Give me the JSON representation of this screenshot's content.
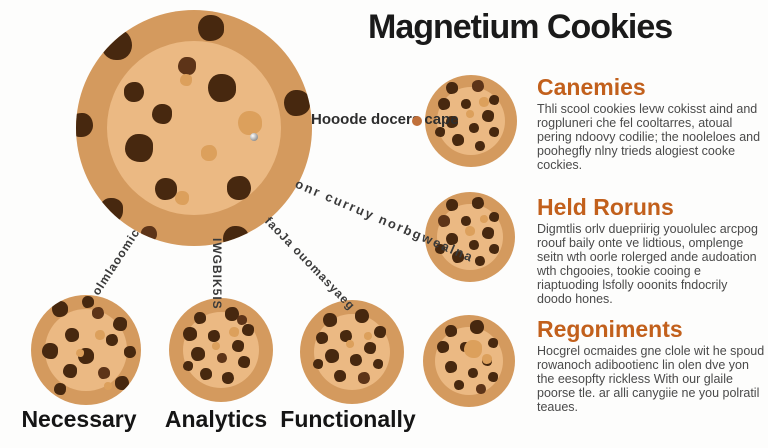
{
  "title": "Magnetium Cookies",
  "hub": {
    "label": "Hooode docers cape"
  },
  "connectors": {
    "necessary": "olmlaoomic",
    "analytics": "IWGBIK5IS",
    "functionally": "faoJa ouomasyaeg",
    "held_roruns": "onr curruy norbgwealna"
  },
  "bottom_labels": {
    "necessary": "Necessary",
    "analytics": "Analytics",
    "functionally": "Functionally"
  },
  "sections": [
    {
      "heading": "Canemies",
      "body": "Thli scool cookies levw cokisst aind and rogpluneri che fel cooltarres, atoual pering ndoovy codilie; the nooleloes and poohegfly nlny trieds alogiest cooke cockies."
    },
    {
      "heading": "Held Roruns",
      "body": "Digmtlis orlv duepriirig youolulec arcpog roouf baily onte ve lidtious, omplenge seitn wth oorle rolerged ande audoation wth chgooies, tookie cooing e riaptuoding lsfolly ooonits fndocrily doodo hones."
    },
    {
      "heading": "Regoniments",
      "body": "Hocgrel ocmaides gne clole wit he spoud rowanoch adibootienc lin olen dve yon the eesopfty rickless With our glaile poorse tle. ar alli canygiie ne you polratil teaues."
    }
  ],
  "colors": {
    "titleColor": "#1a1a1a",
    "heading": "#c2601c",
    "bodyColor": "#4a4a4a",
    "ring": "#d49a5e",
    "inner": "#ebb983",
    "chipDark": "#47280f",
    "chipMid": "#5d3418",
    "spot": "#dca05c",
    "hubDot": "#c0703a"
  }
}
